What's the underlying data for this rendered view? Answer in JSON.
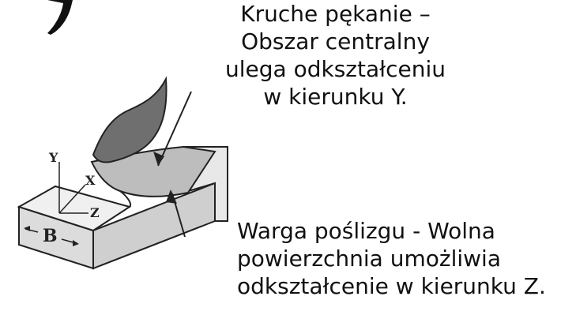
{
  "annotations": {
    "brittle_fracture": {
      "lines": [
        "Kruche pękanie –",
        "Obszar centralny",
        "ulega odkształceniu",
        "w kierunku Y."
      ]
    },
    "shear_lip": {
      "lines": [
        "Warga poślizgu - Wolna",
        "powierzchnia umożliwia",
        "odkształcenie w kierunku Z."
      ]
    }
  },
  "axes": {
    "y": "Y",
    "x": "X",
    "z": "Z",
    "thickness": "B"
  },
  "colors": {
    "fracture_dark": "#6f6f6f",
    "fracture_light": "#b9b9b9",
    "block_face": "#e6e6e6",
    "block_side": "#cfcfcf"
  }
}
